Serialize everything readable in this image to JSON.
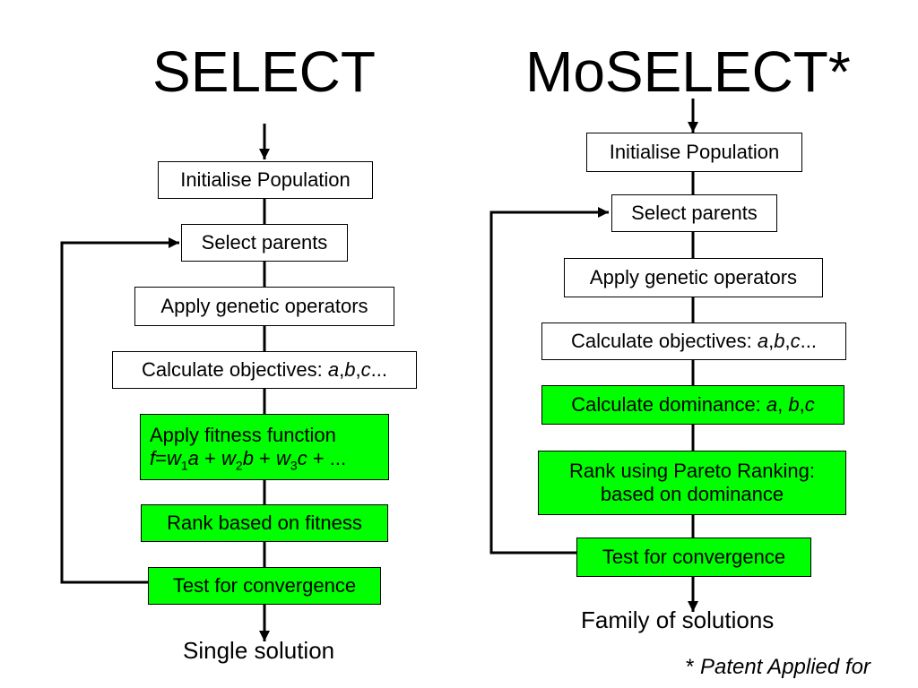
{
  "select": {
    "title": "SELECT",
    "steps": [
      "Initialise Population",
      "Select parents",
      "Apply genetic operators",
      "Calculate objectives: ",
      "Apply fitness function",
      "Rank based on fitness",
      "Test for convergence"
    ],
    "objective_vars": [
      "a",
      "b",
      "c",
      "..."
    ],
    "fitness_formula": {
      "f": "f",
      "eq": "=",
      "w": "w",
      "subs": [
        "1",
        "2",
        "3"
      ],
      "vars": [
        "a",
        "b",
        "c"
      ],
      "plus": " + ",
      "tail": "..."
    },
    "output": "Single solution"
  },
  "moselect": {
    "title": "MoSELECT*",
    "steps": [
      "Initialise Population",
      "Select parents",
      "Apply genetic operators",
      "Calculate objectives: ",
      "Calculate dominance: ",
      "Rank using Pareto Ranking:",
      "based on dominance",
      "Test for convergence"
    ],
    "objective_vars": [
      "a",
      "b",
      "c",
      "..."
    ],
    "dominance_vars": [
      "a",
      "b",
      "c"
    ],
    "output": "Family of solutions"
  },
  "footnote": {
    "star": "* ",
    "text": "Patent Applied for"
  },
  "colors": {
    "highlight": "#00ff00",
    "box": "#ffffff",
    "line": "#000000"
  }
}
